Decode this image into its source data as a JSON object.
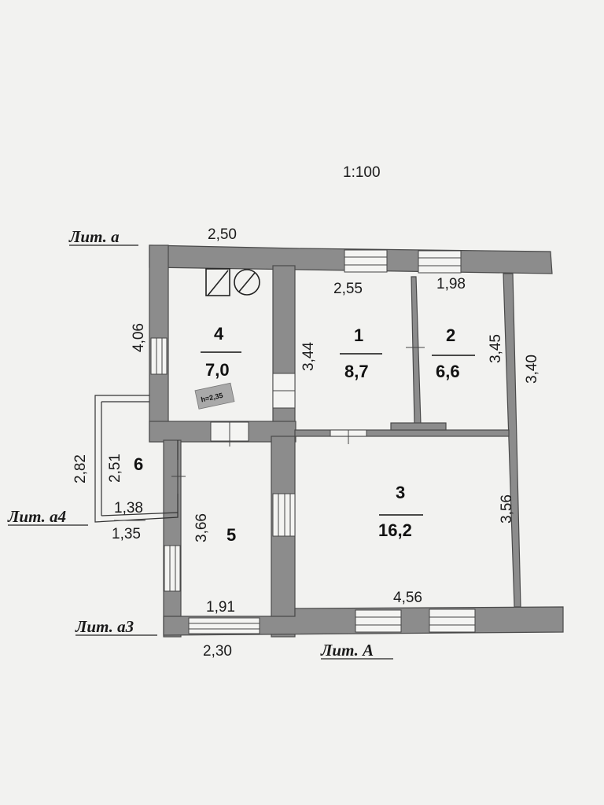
{
  "scale": "1:100",
  "labels": {
    "lit_a": "Лит. а",
    "lit_a4": "Лит. а4",
    "lit_a3": "Лит. а3",
    "lit_A": "Лит. А"
  },
  "rooms": [
    {
      "num": "1",
      "area": "8,7"
    },
    {
      "num": "2",
      "area": "6,6"
    },
    {
      "num": "3",
      "area": "16,2"
    },
    {
      "num": "4",
      "area": "7,0"
    },
    {
      "num": "5",
      "area": ""
    },
    {
      "num": "6",
      "area": ""
    }
  ],
  "height_tag": "h=2,35",
  "dimensions": {
    "top_lit_a": "2,50",
    "r4_left": "4,06",
    "r1_top": "2,55",
    "r2_top": "1,98",
    "r1_left": "3,44",
    "r2_right": "3,45",
    "outer_right": "3,40",
    "a4_outer": "2,82",
    "r6_left": "2,51",
    "r6_bottom_inner": "1,38",
    "r6_bottom_outer": "1,35",
    "r5_left": "3,66",
    "r3_right": "3,56",
    "r3_bottom": "4,56",
    "r5_bottom": "1,91",
    "a3_bottom": "2,30"
  }
}
